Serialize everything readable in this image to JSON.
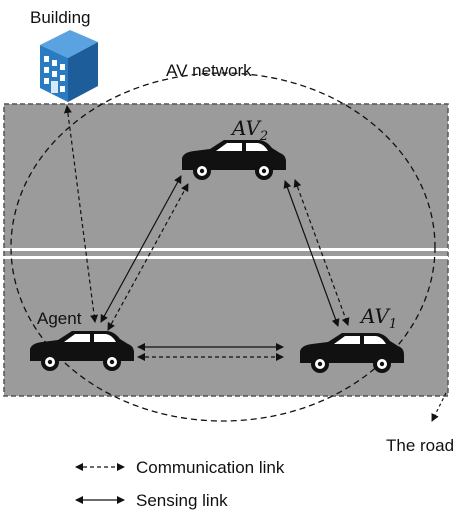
{
  "labels": {
    "building": "Building",
    "av_network": "AV network",
    "the_road": "The road",
    "agent": "Agent",
    "av2_main": "AV",
    "av2_sub": "2",
    "av1_main": "AV",
    "av1_sub": "1"
  },
  "legend": {
    "communication": "Communication link",
    "sensing": "Sensing link"
  },
  "colors": {
    "road": "#9b9b9b",
    "building": "#2a7bc2",
    "car": "#111111"
  }
}
